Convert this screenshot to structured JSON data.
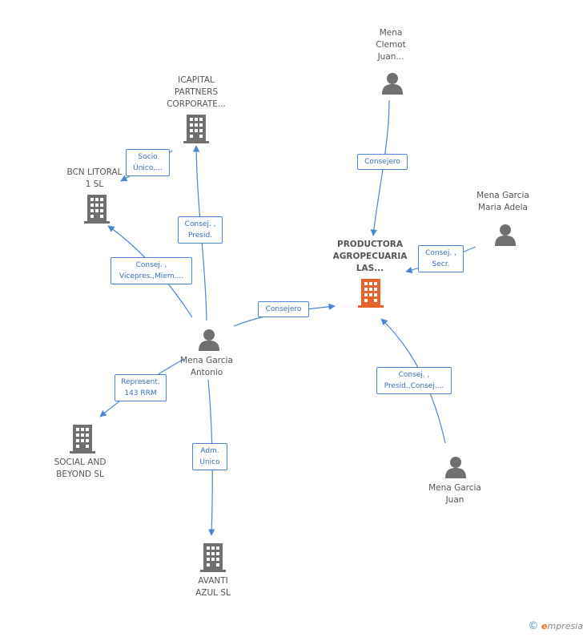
{
  "nodes": {
    "center": {
      "label": "PRODUCTORA\nAGROPECUARIA\nLAS...",
      "type": "company",
      "color": "#e8622c"
    },
    "icapital": {
      "label": "ICAPITAL\nPARTNERS\nCORPORATE...",
      "type": "company",
      "color": "#707070"
    },
    "bcn": {
      "label": "BCN LITORAL\n1 SL",
      "type": "company",
      "color": "#707070"
    },
    "antonio": {
      "label": "Mena Garcia\nAntonio",
      "type": "person",
      "color": "#707070"
    },
    "social": {
      "label": "SOCIAL AND\nBEYOND SL",
      "type": "company",
      "color": "#707070"
    },
    "avanti": {
      "label": "AVANTI\nAZUL SL",
      "type": "company",
      "color": "#707070"
    },
    "clemot": {
      "label": "Mena\nClemot\nJuan...",
      "type": "person",
      "color": "#707070"
    },
    "adela": {
      "label": "Mena Garcia\nMaria Adela",
      "type": "person",
      "color": "#707070"
    },
    "juan": {
      "label": "Mena Garcia\nJuan",
      "type": "person",
      "color": "#707070"
    }
  },
  "edges": {
    "socio": "Socio\nÚnico,...",
    "consej_presid": "Consej. ,\nPresid.",
    "consej_vicepres": "Consej. ,\nVicepres.,Miem....",
    "consejero_antonio": "Consejero",
    "represent": "Represent.\n143 RRM",
    "adm": "Adm.\nUnico",
    "consejero_clemot": "Consejero",
    "consej_secr": "Consej. ,\nSecr.",
    "consej_presid_juan": "Consej. ,\nPresid.,Consej...."
  },
  "footer": {
    "copyright": "©",
    "brand_first": "e",
    "brand_rest": "mpresia"
  },
  "colors": {
    "edge": "#4a86d4",
    "company": "#707070",
    "center": "#e8622c"
  }
}
